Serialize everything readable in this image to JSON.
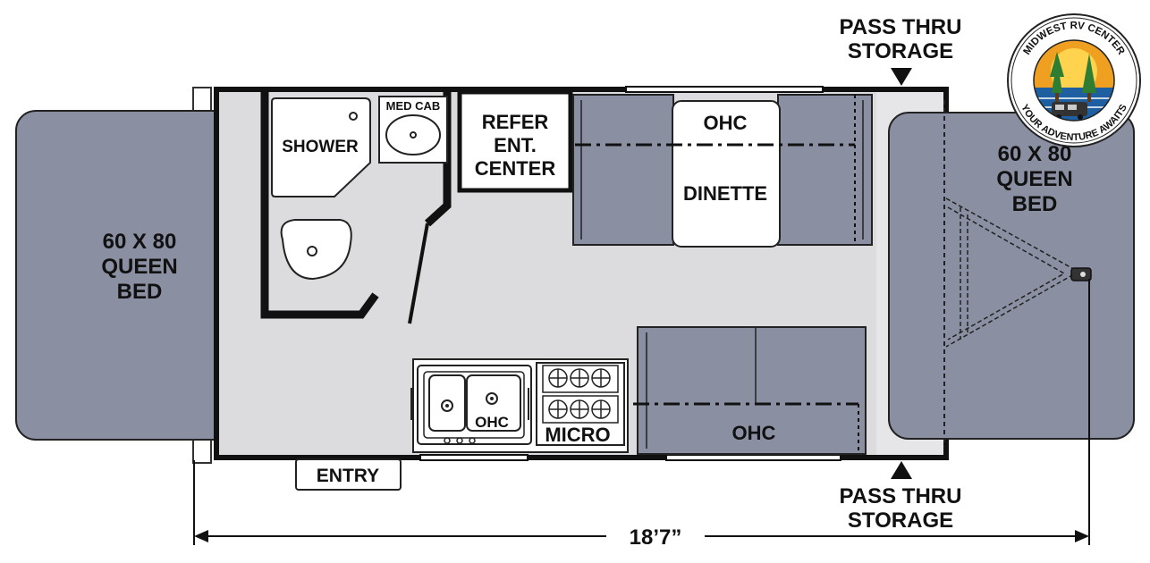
{
  "floorplan": {
    "labels": {
      "bed_left": [
        "60 X 80",
        "QUEEN",
        "BED"
      ],
      "bed_right": [
        "60 X 80",
        "QUEEN",
        "BED"
      ],
      "shower": "SHOWER",
      "med_cab": "MED CAB",
      "refer": [
        "REFER",
        "ENT.",
        "CENTER"
      ],
      "ohc_top": "OHC",
      "dinette": "DINETTE",
      "ohc_sink": "OHC",
      "micro": "MICRO",
      "ohc_bottom": "OHC",
      "entry": "ENTRY",
      "pass_thru_top": [
        "PASS THRU",
        "STORAGE"
      ],
      "pass_thru_bottom": [
        "PASS THRU",
        "STORAGE"
      ],
      "length": "18’7”"
    }
  },
  "logo": {
    "top_text": "MIDWEST RV CENTER",
    "bottom_text": "YOUR ADVENTURE AWAITS"
  },
  "colors": {
    "bed_fill": "#8a8fa2",
    "floor_fill": "#dcdcde",
    "cushion_fill": "#8a8fa2",
    "wall": "#111111",
    "logo_orange": "#f0a020",
    "logo_blue": "#1d5fa0",
    "logo_green": "#2e7d32"
  }
}
